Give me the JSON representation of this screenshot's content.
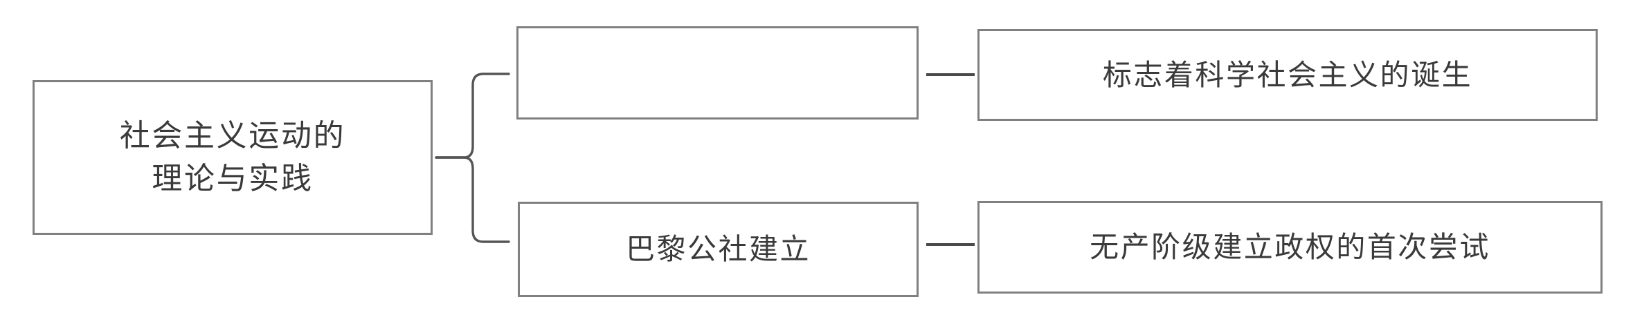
{
  "diagram": {
    "title": "社会主义运动的理论与实践",
    "type": "mind-map",
    "root": {
      "label": "社会主义运动的\n理论与实践"
    },
    "branches": [
      {
        "label": "",
        "leaf": "标志着科学社会主义的诞生"
      },
      {
        "label": "巴黎公社建立",
        "leaf": "无产阶级建立政权的首次尝试"
      }
    ],
    "colors": {
      "background": "#ffffff",
      "box_border": "#808080",
      "connector": "#4a4a4a",
      "brace": "#555555",
      "text": "#3a3a3a"
    }
  }
}
